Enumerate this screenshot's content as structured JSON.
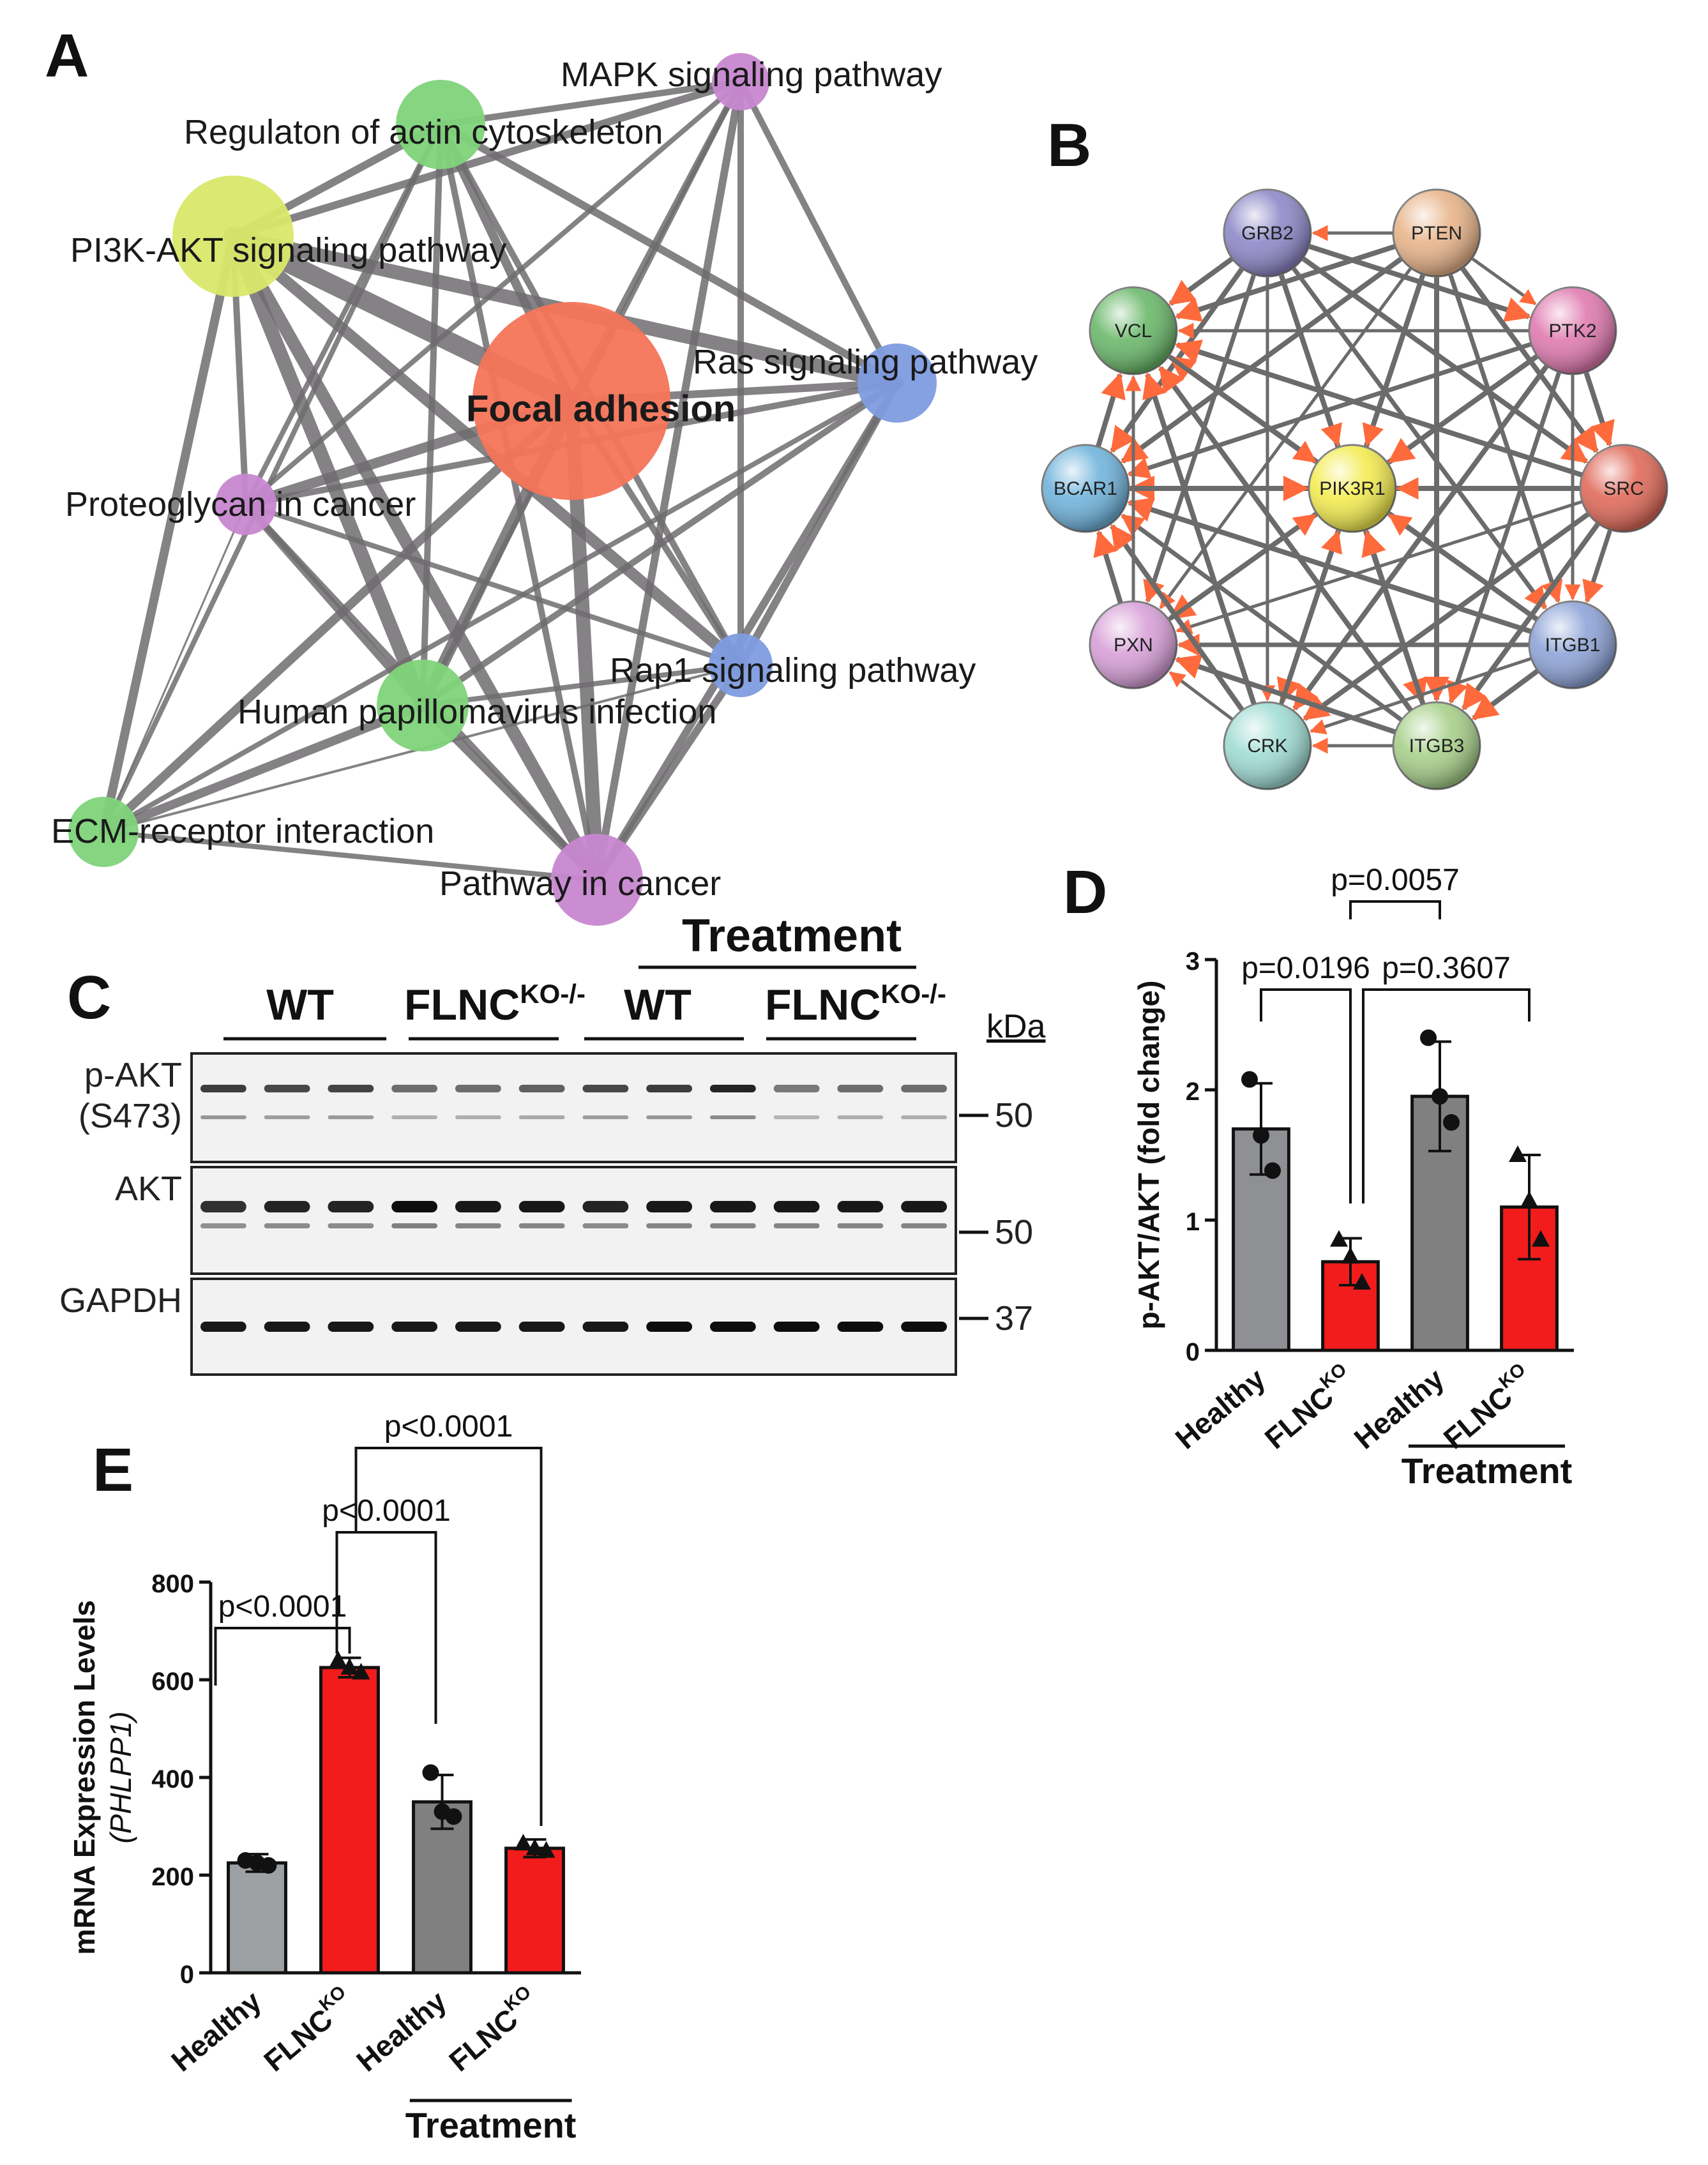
{
  "panels": {
    "A": {
      "label": "A",
      "nodes": [
        {
          "id": "focal",
          "label": "Focal adhesion",
          "color": "#f47458",
          "bold": true
        },
        {
          "id": "pi3k",
          "label": "PI3K-AKT signaling pathway",
          "color": "#d9e86a",
          "bold": false
        },
        {
          "id": "actin",
          "label": "Regulaton of actin cytoskeleton",
          "color": "#7fd37a",
          "bold": false
        },
        {
          "id": "mapk",
          "label": "MAPK signaling pathway",
          "color": "#c887d0",
          "bold": false
        },
        {
          "id": "ras",
          "label": "Ras signaling pathway",
          "color": "#7e9ce0",
          "bold": false
        },
        {
          "id": "proteo",
          "label": "Proteoglycan in cancer",
          "color": "#c887d0",
          "bold": false
        },
        {
          "id": "rap1",
          "label": "Rap1 signaling pathway",
          "color": "#7e9ce0",
          "bold": false
        },
        {
          "id": "hpv",
          "label": "Human papillomavirus infection",
          "color": "#7fd37a",
          "bold": false
        },
        {
          "id": "ecm",
          "label": "ECM-receptor interaction",
          "color": "#7fd37a",
          "bold": false
        },
        {
          "id": "cancer",
          "label": "Pathway in cancer",
          "color": "#c887d0",
          "bold": false
        }
      ],
      "edges": [
        [
          "focal",
          "pi3k",
          30
        ],
        [
          "focal",
          "actin",
          14
        ],
        [
          "focal",
          "mapk",
          10
        ],
        [
          "focal",
          "ras",
          12
        ],
        [
          "focal",
          "proteo",
          16
        ],
        [
          "focal",
          "rap1",
          10
        ],
        [
          "focal",
          "hpv",
          18
        ],
        [
          "focal",
          "ecm",
          14
        ],
        [
          "focal",
          "cancer",
          22
        ],
        [
          "pi3k",
          "actin",
          12
        ],
        [
          "pi3k",
          "mapk",
          12
        ],
        [
          "pi3k",
          "ras",
          22
        ],
        [
          "pi3k",
          "proteo",
          10
        ],
        [
          "pi3k",
          "rap1",
          18
        ],
        [
          "pi3k",
          "hpv",
          22
        ],
        [
          "pi3k",
          "ecm",
          14
        ],
        [
          "pi3k",
          "cancer",
          20
        ],
        [
          "actin",
          "mapk",
          10
        ],
        [
          "actin",
          "ras",
          12
        ],
        [
          "actin",
          "proteo",
          8
        ],
        [
          "actin",
          "rap1",
          10
        ],
        [
          "actin",
          "hpv",
          10
        ],
        [
          "actin",
          "ecm",
          8
        ],
        [
          "actin",
          "cancer",
          10
        ],
        [
          "mapk",
          "ras",
          10
        ],
        [
          "mapk",
          "proteo",
          8
        ],
        [
          "mapk",
          "rap1",
          10
        ],
        [
          "mapk",
          "hpv",
          8
        ],
        [
          "mapk",
          "cancer",
          12
        ],
        [
          "ras",
          "proteo",
          10
        ],
        [
          "ras",
          "rap1",
          12
        ],
        [
          "ras",
          "hpv",
          10
        ],
        [
          "ras",
          "ecm",
          8
        ],
        [
          "ras",
          "cancer",
          12
        ],
        [
          "proteo",
          "rap1",
          8
        ],
        [
          "proteo",
          "hpv",
          12
        ],
        [
          "proteo",
          "ecm",
          3
        ],
        [
          "proteo",
          "cancer",
          10
        ],
        [
          "rap1",
          "hpv",
          8
        ],
        [
          "rap1",
          "ecm",
          4
        ],
        [
          "rap1",
          "cancer",
          12
        ],
        [
          "hpv",
          "ecm",
          14
        ],
        [
          "hpv",
          "cancer",
          14
        ],
        [
          "ecm",
          "cancer",
          8
        ]
      ]
    },
    "B": {
      "label": "B",
      "nodes": [
        {
          "id": "GRB2",
          "label": "GRB2",
          "color": "#8e88c8"
        },
        {
          "id": "PTEN",
          "label": "PTEN",
          "color": "#e8b48a"
        },
        {
          "id": "PTK2",
          "label": "PTK2",
          "color": "#e07ab0"
        },
        {
          "id": "SRC",
          "label": "SRC",
          "color": "#e06a5a"
        },
        {
          "id": "ITGB1",
          "label": "ITGB1",
          "color": "#8ea4d8"
        },
        {
          "id": "ITGB3",
          "label": "ITGB3",
          "color": "#a8d08a"
        },
        {
          "id": "CRK",
          "label": "CRK",
          "color": "#a0dcd4"
        },
        {
          "id": "PXN",
          "label": "PXN",
          "color": "#d8a0d8"
        },
        {
          "id": "BCAR1",
          "label": "BCAR1",
          "color": "#70b4dc"
        },
        {
          "id": "VCL",
          "label": "VCL",
          "color": "#6ab86a"
        },
        {
          "id": "PIK3R1",
          "label": "PIK3R1",
          "color": "#f4ec50"
        }
      ],
      "edges": [
        [
          "PTEN",
          "GRB2"
        ],
        [
          "GRB2",
          "PTK2"
        ],
        [
          "GRB2",
          "SRC"
        ],
        [
          "GRB2",
          "ITGB1"
        ],
        [
          "GRB2",
          "ITGB3"
        ],
        [
          "GRB2",
          "CRK"
        ],
        [
          "GRB2",
          "PXN"
        ],
        [
          "GRB2",
          "BCAR1"
        ],
        [
          "GRB2",
          "VCL"
        ],
        [
          "GRB2",
          "PIK3R1"
        ],
        [
          "PTEN",
          "PTK2"
        ],
        [
          "PTEN",
          "SRC"
        ],
        [
          "PTEN",
          "ITGB1"
        ],
        [
          "PTEN",
          "ITGB3"
        ],
        [
          "PTEN",
          "CRK"
        ],
        [
          "PTEN",
          "PXN"
        ],
        [
          "PTEN",
          "BCAR1"
        ],
        [
          "PTEN",
          "VCL"
        ],
        [
          "PTEN",
          "PIK3R1"
        ],
        [
          "PTK2",
          "SRC"
        ],
        [
          "PTK2",
          "ITGB1"
        ],
        [
          "PTK2",
          "ITGB3"
        ],
        [
          "PTK2",
          "CRK"
        ],
        [
          "PTK2",
          "PXN"
        ],
        [
          "PTK2",
          "BCAR1"
        ],
        [
          "PTK2",
          "VCL"
        ],
        [
          "PTK2",
          "PIK3R1"
        ],
        [
          "SRC",
          "ITGB1"
        ],
        [
          "SRC",
          "ITGB3"
        ],
        [
          "SRC",
          "CRK"
        ],
        [
          "SRC",
          "PXN"
        ],
        [
          "SRC",
          "BCAR1"
        ],
        [
          "SRC",
          "VCL"
        ],
        [
          "SRC",
          "PIK3R1"
        ],
        [
          "ITGB1",
          "ITGB3"
        ],
        [
          "ITGB1",
          "CRK"
        ],
        [
          "ITGB1",
          "PXN"
        ],
        [
          "ITGB1",
          "BCAR1"
        ],
        [
          "ITGB1",
          "VCL"
        ],
        [
          "ITGB1",
          "PIK3R1"
        ],
        [
          "ITGB3",
          "CRK"
        ],
        [
          "ITGB3",
          "PXN"
        ],
        [
          "ITGB3",
          "BCAR1"
        ],
        [
          "ITGB3",
          "VCL"
        ],
        [
          "ITGB3",
          "PIK3R1"
        ],
        [
          "CRK",
          "PXN"
        ],
        [
          "CRK",
          "BCAR1"
        ],
        [
          "CRK",
          "VCL"
        ],
        [
          "CRK",
          "PIK3R1"
        ],
        [
          "PXN",
          "BCAR1"
        ],
        [
          "PXN",
          "VCL"
        ],
        [
          "PXN",
          "PIK3R1"
        ],
        [
          "BCAR1",
          "VCL"
        ],
        [
          "BCAR1",
          "PIK3R1"
        ],
        [
          "VCL",
          "PIK3R1"
        ]
      ]
    },
    "C": {
      "label": "C",
      "treatment_label": "Treatment",
      "groups": [
        {
          "label": "WT",
          "sup": ""
        },
        {
          "label": "FLNC",
          "sup": "KO-/-"
        },
        {
          "label": "WT",
          "sup": ""
        },
        {
          "label": "FLNC",
          "sup": "KO-/-"
        }
      ],
      "kda_label": "kDa",
      "blots": [
        {
          "label_lines": [
            "p-AKT",
            "(S473)"
          ],
          "marker": "50",
          "intensity": [
            0.75,
            0.7,
            0.72,
            0.55,
            0.55,
            0.6,
            0.7,
            0.75,
            0.85,
            0.5,
            0.55,
            0.55
          ]
        },
        {
          "label_lines": [
            "AKT"
          ],
          "marker": "50",
          "intensity": [
            0.8,
            0.85,
            0.85,
            0.95,
            0.9,
            0.9,
            0.85,
            0.9,
            0.9,
            0.9,
            0.9,
            0.9
          ]
        },
        {
          "label_lines": [
            "GAPDH"
          ],
          "marker": "37",
          "intensity": [
            0.9,
            0.9,
            0.9,
            0.9,
            0.9,
            0.9,
            0.9,
            0.95,
            0.95,
            0.95,
            0.95,
            0.95
          ]
        }
      ]
    }
  },
  "chart_data": [
    {
      "panel": "D",
      "type": "bar",
      "ylabel": "p-AKT/AKT (fold change)",
      "ylim": [
        0,
        3
      ],
      "yticks": [
        "0",
        "1",
        "2",
        "3"
      ],
      "categories": [
        {
          "label": "Healthy",
          "sup": ""
        },
        {
          "label": "FLNC",
          "sup": "KO"
        },
        {
          "label": "Healthy",
          "sup": ""
        },
        {
          "label": "FLNC",
          "sup": "KO"
        }
      ],
      "values": [
        1.7,
        0.68,
        1.95,
        1.1
      ],
      "errors": [
        0.35,
        0.18,
        0.42,
        0.4
      ],
      "points": [
        [
          2.08,
          1.65,
          1.38
        ],
        [
          0.85,
          0.72,
          0.52
        ],
        [
          2.4,
          1.95,
          1.75
        ],
        [
          1.5,
          1.15,
          0.85
        ]
      ],
      "markers": [
        "circle",
        "triangle",
        "circle",
        "triangle"
      ],
      "colors": [
        "#8e9094",
        "#f21c1c",
        "#808080",
        "#f21c1c"
      ],
      "group_label": "Treatment",
      "annotations": [
        "p=0.0196",
        "p=0.3607",
        "p=0.0057"
      ]
    },
    {
      "panel": "E",
      "type": "bar",
      "ylabel_line1": "mRNA Expression Levels",
      "ylabel_line2": "PHLPP1",
      "ylim": [
        0,
        800
      ],
      "yticks": [
        "0",
        "200",
        "400",
        "600",
        "800"
      ],
      "categories": [
        {
          "label": "Healthy",
          "sup": ""
        },
        {
          "label": "FLNC",
          "sup": "KO"
        },
        {
          "label": "Healthy",
          "sup": ""
        },
        {
          "label": "FLNC",
          "sup": "KO"
        }
      ],
      "values": [
        225,
        625,
        350,
        255
      ],
      "errors": [
        18,
        20,
        55,
        18
      ],
      "points": [
        [
          230,
          225,
          220
        ],
        [
          640,
          625,
          615
        ],
        [
          410,
          330,
          320
        ],
        [
          265,
          255,
          250
        ]
      ],
      "markers": [
        "circle",
        "triangle",
        "circle",
        "triangle"
      ],
      "colors": [
        "#9ea1a4",
        "#f21c1c",
        "#808080",
        "#f21c1c"
      ],
      "group_label": "Treatment",
      "annotations": [
        "p<0.0001",
        "p<0.0001",
        "p<0.0001"
      ]
    }
  ]
}
